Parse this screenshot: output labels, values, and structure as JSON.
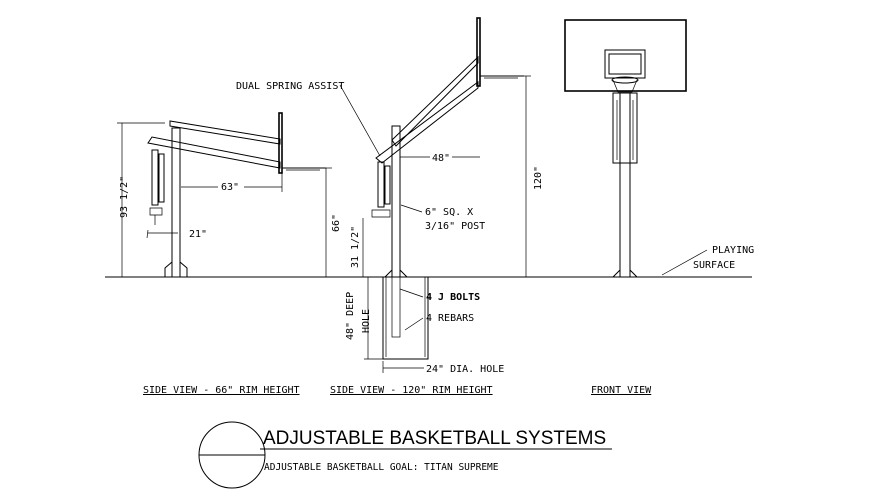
{
  "labels": {
    "dual_spring_assist": "DUAL SPRING ASSIST",
    "post_line1": "6\" SQ. X",
    "post_line2": "3/16\" POST",
    "j_bolts": "4 J BOLTS",
    "rebars": "4 REBARS",
    "dia_hole": "24\" DIA. HOLE",
    "playing_line1": "PLAYING",
    "playing_line2": "SURFACE"
  },
  "dimensions": {
    "d93": "93 1/2\"",
    "d63": "63\"",
    "d21": "21\"",
    "d66": "66\"",
    "d31": "31 1/2\"",
    "d48deep_line1": "48\" DEEP",
    "d48deep_line2": "HOLE",
    "d48": "48\"",
    "d120": "120\""
  },
  "captions": {
    "side_66": "SIDE VIEW - 66\" RIM HEIGHT",
    "side_120": "SIDE VIEW - 120\" RIM HEIGHT",
    "front": "FRONT VIEW"
  },
  "title": {
    "main": "ADJUSTABLE BASKETBALL SYSTEMS",
    "sub": "ADJUSTABLE BASKETBALL GOAL: TITAN SUPREME"
  }
}
